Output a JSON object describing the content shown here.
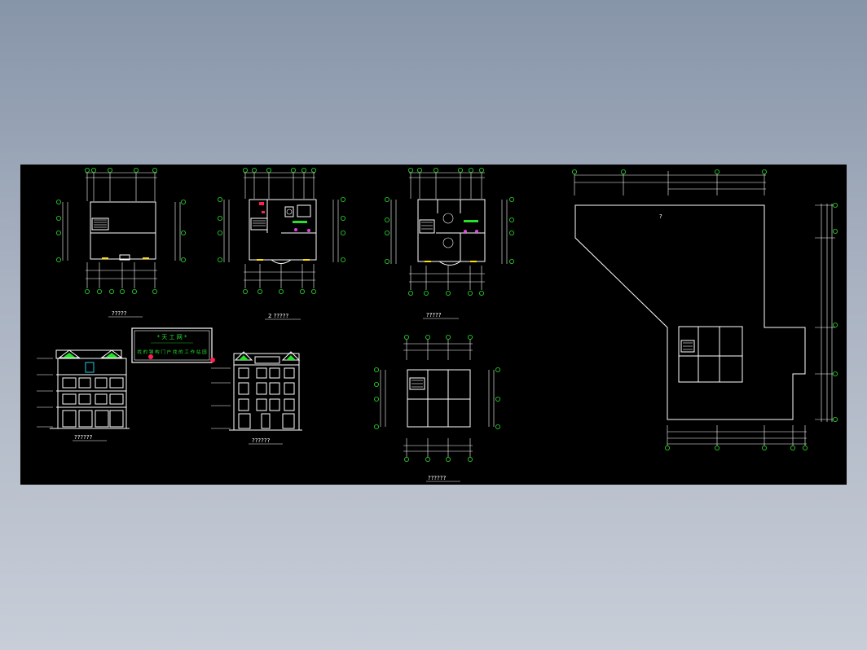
{
  "drawing": {
    "colors": {
      "background": "#000000",
      "line": "#ffffff",
      "accent": "#27e02a",
      "highlight": "#ff2050",
      "magenta": "#e040e0",
      "cyan": "#20c8e8"
    },
    "titles": {
      "plan_1": "?????",
      "plan_2": "2 ?????",
      "plan_3": "?????",
      "elev_1": "??????",
      "elev_2": "??????",
      "plan_4": "??????",
      "site": "?"
    },
    "stamp": {
      "heading": "* 天 工 网 *",
      "line": "找 的 钢 构 门 户 找 的 工 作 站 园"
    }
  }
}
